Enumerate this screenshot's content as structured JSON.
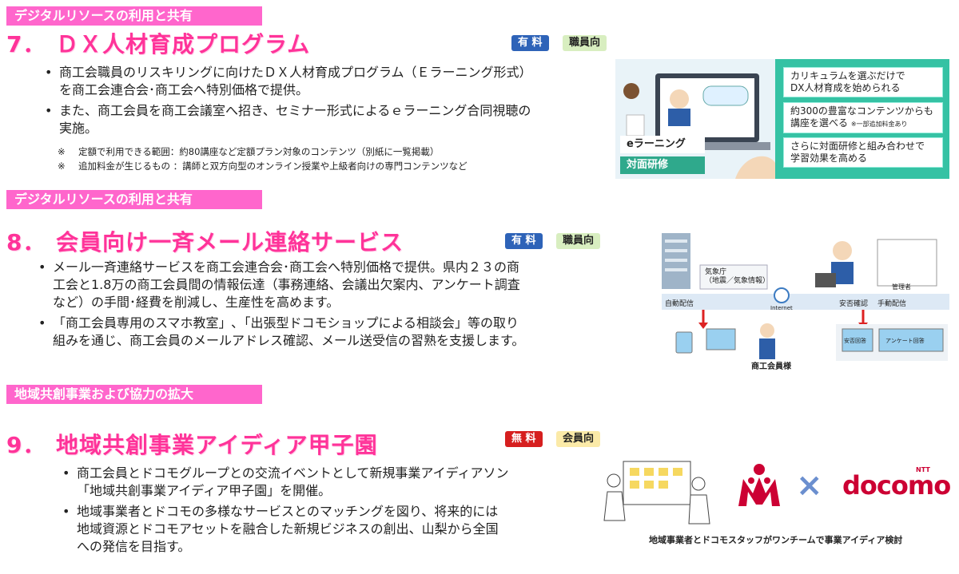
{
  "sections": [
    {
      "label": "デジタルリソースの利用と共有",
      "number": "7．",
      "title": "ＤＸ人材育成プログラム",
      "price_tag": "有 料",
      "target_tag": "職員向",
      "bullets": [
        "商工会職員のリスキリングに向けたＤＸ人材育成プログラム（Ｅラーニング形式）を商工会連合会･商工会へ特別価格で提供。",
        "また、商工会員を商工会議室へ招き、セミナー形式によるｅラーニング合同視聴の実施。"
      ],
      "notes": [
        {
          "mark": "※",
          "text": "定額で利用できる範囲：約80講座など定額プラン対象のコンテンツ（別紙に一覧掲載）"
        },
        {
          "mark": "※",
          "text": "追加料金が生じるもの ：講師と双方向型のオンライン授業や上級者向けの専門コンテンツなど"
        }
      ],
      "illustration": {
        "modes": [
          "eラーニング",
          "対面研修"
        ],
        "features": [
          {
            "line1": "カリキュラムを選ぶだけで",
            "line2": "DX人材育成を始められる",
            "note": ""
          },
          {
            "line1": "約300の豊富なコンテンツからも",
            "line2": "講座を選べる",
            "note": "※一部追加料金あり"
          },
          {
            "line1": "さらに対面研修と組み合わせで",
            "line2": "学習効果を高める",
            "note": ""
          }
        ]
      }
    },
    {
      "label": "デジタルリソースの利用と共有",
      "number": "8．",
      "title": "会員向け一斉メール連絡サービス",
      "price_tag": "有 料",
      "target_tag": "職員向",
      "bullets": [
        "メール一斉連絡サービスを商工会連合会･商工会へ特別価格で提供。県内２３の商工会と1.8万の商工会員間の情報伝達（事務連絡、会議出欠案内、アンケート調査など）の手間･経費を削減し、生産性を高めます。",
        "「商工会員専用のスマホ教室」､「出張型ドコモショップによる相談会」等の取り組みを通じ、商工会員のメールアドレス確認、メール送受信の習熟を支援します。"
      ],
      "illustration": {
        "agency": "気象庁",
        "agency_sub": "（地震／気象情報）",
        "auto_delivery": "自動配信",
        "internet": "Internet",
        "safety_check": "安否確認",
        "manual_delivery": "手動配信",
        "admin": "管理者",
        "safety_reply": "安否回答",
        "survey_reply": "アンケート回答",
        "members": "商工会員様"
      }
    },
    {
      "label": "地域共創事業および協力の拡大",
      "number": "9．",
      "title": "地域共創事業アイディア甲子園",
      "price_tag": "無 料",
      "target_tag": "会員向",
      "bullets": [
        "商工会員とドコモグループとの交流イベントとして新規事業アイディアソン「地域共創事業アイディア甲子園」を開催。",
        "地域事業者とドコモの多様なサービスとのマッチングを図り、将来的には地域資源とドコモアセットを融合した新規ビジネスの創出、山梨から全国への発信を目指す。"
      ],
      "illustration": {
        "cross": "×",
        "docomo_small": "NTT",
        "docomo": "docomo",
        "caption": "地域事業者とドコモスタッフがワンチームで事業アイディア検討"
      }
    }
  ],
  "colors": {
    "accent": "#ff3399",
    "label_bg": "#ff66cc",
    "paid": "#2e63b8",
    "free": "#d61f1f",
    "teal": "#35c2a4",
    "docomo_red": "#cc0033"
  }
}
